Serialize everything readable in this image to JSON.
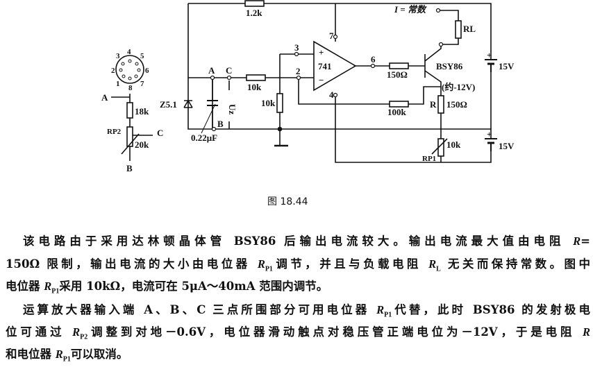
{
  "figure": {
    "caption": "图 18.44",
    "labels": {
      "r_top": "1.2k",
      "current_const": "I = 常数",
      "rl": "RL",
      "pin7": "7",
      "pin3": "3",
      "pin2": "2",
      "pin6": "6",
      "pin4": "4",
      "opamp": "741",
      "r_base": "150Ω",
      "transistor": "BSY86",
      "bat_top": "15V",
      "bat_bottom": "15V",
      "emitter_v": "(约-12V)",
      "r_emitter_name": "R",
      "r_emitter": "150Ω",
      "r_feedback": "100k",
      "rp1_val": "10k",
      "rp1": "RP1",
      "node_a": "A",
      "node_c": "C",
      "node_b": "B",
      "r_in": "10k",
      "r_div": "10k",
      "uz": "Uz",
      "zener": "Z5.1",
      "cap": "0.22μF",
      "socket_pins": [
        "1",
        "2",
        "3",
        "4",
        "5",
        "6",
        "7",
        "8"
      ],
      "sub_a": "A",
      "sub_c": "C",
      "sub_b": "B",
      "r18": "18k",
      "rp2": "RP2",
      "rp2_val": "20k",
      "plus": "+",
      "minus": "−"
    }
  },
  "text": {
    "l1": [
      "该电路由于采用达林顿晶体管 BSY86 后输出电流较大。输出电流最大值由电阻 ",
      "R",
      "="
    ],
    "l2": [
      "150Ω 限制，输出电流的大小由电位器 ",
      "R",
      "P1",
      "调节，并且与负载电阻 ",
      "R",
      "L",
      " 无关而保持常数。图中"
    ],
    "l3": [
      "电位器 ",
      "R",
      "P1",
      "采用 10kΩ，电流可在 5μA～40mA 范围内调节。"
    ],
    "l4": [
      "运算放大器输入端 A、B、C 三点所围部分可用电位器 ",
      "R",
      "P1",
      "代替，此时 BSY86 的发射极电"
    ],
    "l5": [
      "位可通过 ",
      "R",
      "P2",
      "调整到对地－0.6V，电位器滑动触点对稳压管正端电位为－12V，于是电阻 ",
      "R"
    ],
    "l6": [
      "和电位器 ",
      "R",
      "P1",
      "可以取消。"
    ]
  }
}
